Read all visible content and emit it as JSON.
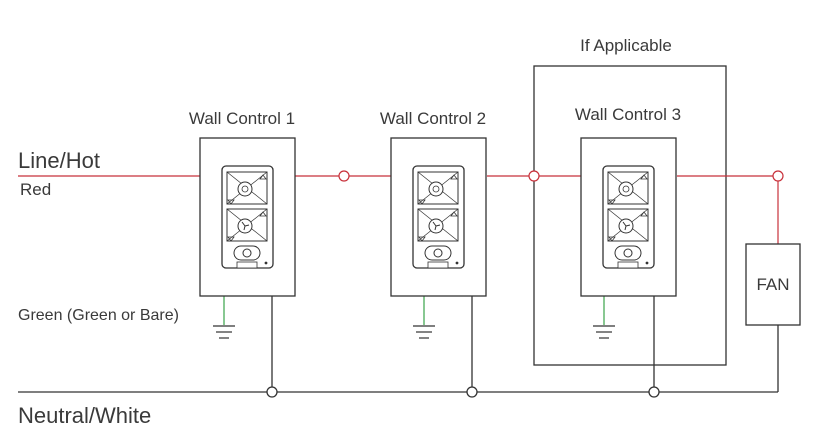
{
  "labels": {
    "line_hot": "Line/Hot",
    "red": "Red",
    "green": "Green (Green or Bare)",
    "neutral": "Neutral/White",
    "if_applicable": "If Applicable",
    "fan": "FAN"
  },
  "controls": [
    {
      "title": "Wall Control 1"
    },
    {
      "title": "Wall Control 2"
    },
    {
      "title": "Wall Control 3"
    }
  ],
  "colors": {
    "hot_wire": "#c8303a",
    "ground_wire": "#3aa34a",
    "neutral_wire": "#333333",
    "outline": "#333333"
  },
  "icons": [
    "light-icon",
    "fan-icon",
    "sync-icon",
    "triangle-up-icon",
    "triangle-down-icon"
  ]
}
